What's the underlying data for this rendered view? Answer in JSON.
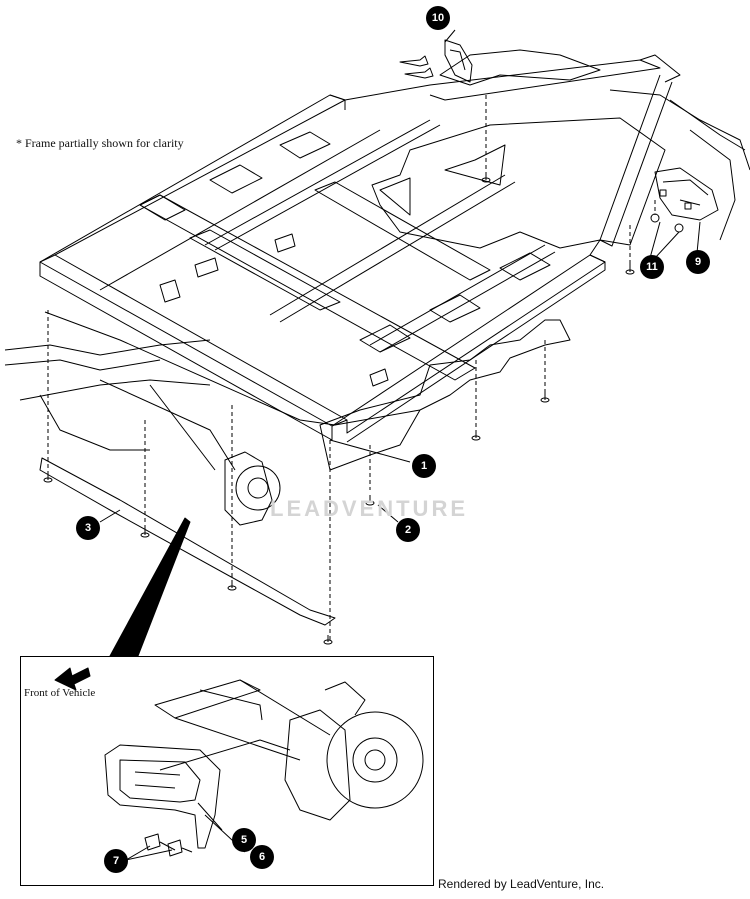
{
  "note": "* Frame partially shown for clarity",
  "watermark": "LEADVENTURE",
  "inset": {
    "front_label": "Front of Vehicle"
  },
  "credit": "Rendered by LeadVenture, Inc.",
  "callouts": [
    {
      "id": "c1",
      "label": "1"
    },
    {
      "id": "c2",
      "label": "2"
    },
    {
      "id": "c3",
      "label": "3"
    },
    {
      "id": "c5",
      "label": "5"
    },
    {
      "id": "c6",
      "label": "6"
    },
    {
      "id": "c7",
      "label": "7"
    },
    {
      "id": "c9",
      "label": "9"
    },
    {
      "id": "c10",
      "label": "10"
    },
    {
      "id": "c11",
      "label": "11"
    }
  ],
  "colors": {
    "line": "#000000",
    "callout_fill": "#000000",
    "callout_text": "#ffffff"
  }
}
